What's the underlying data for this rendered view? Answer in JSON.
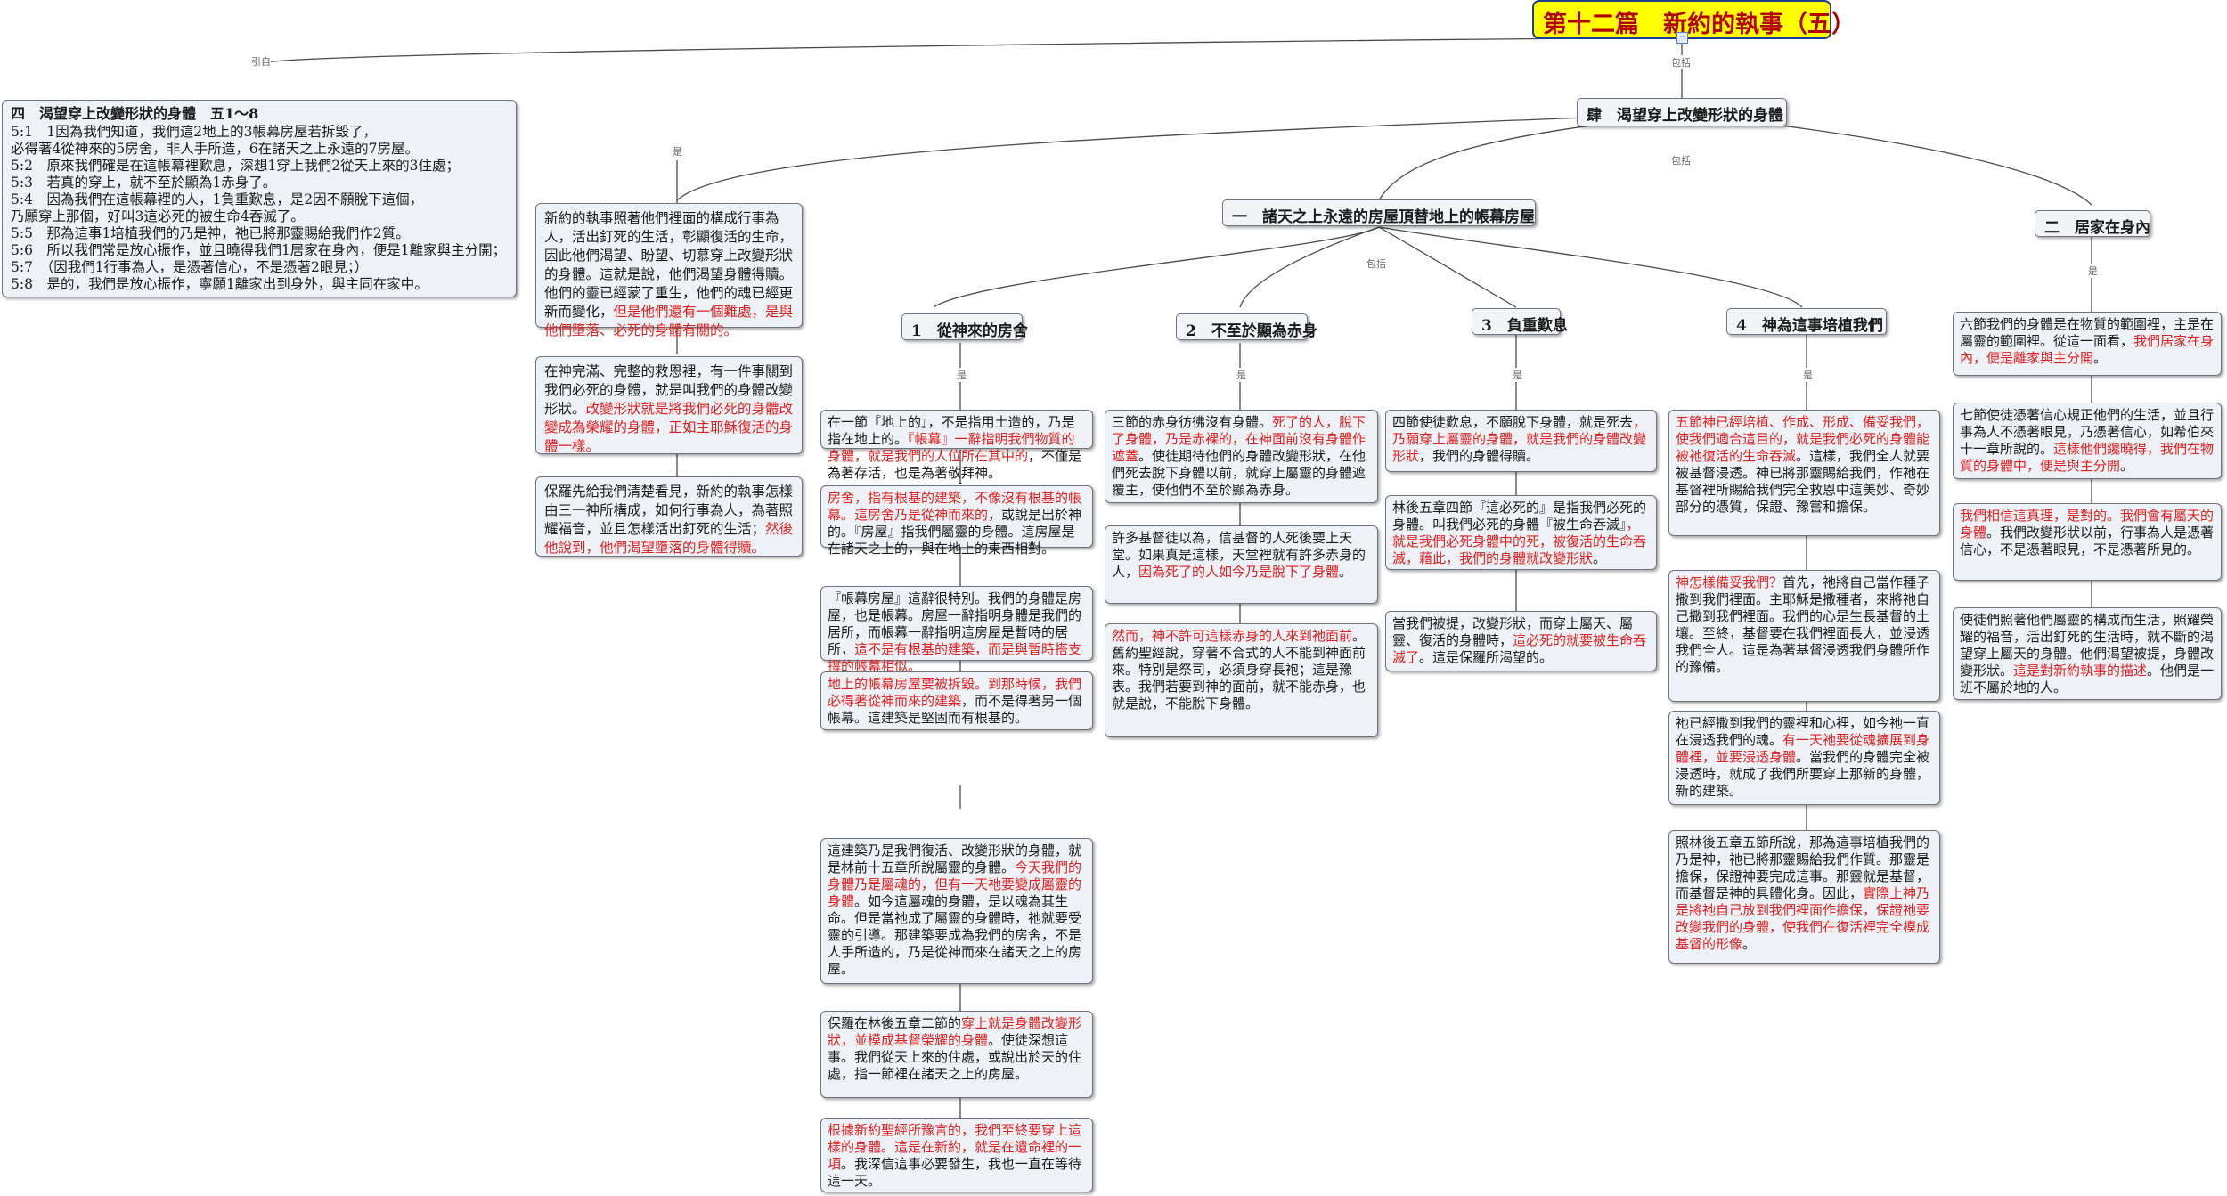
{
  "title": "第十二篇　新約的執事（五）",
  "connectors": {
    "quote": "引自",
    "include": "包括",
    "is": "是"
  },
  "section4": {
    "heading": "四　渴望穿上改變形狀的身體　五1～8",
    "verses": [
      "5:1　1因為我們知道，我們這2地上的3帳幕房屋若拆毀了，",
      "必得著4從神來的5房舍，非人手所造，6在諸天之上永遠的7房屋。",
      "5:2　原來我們確是在這帳幕裡歎息，深想1穿上我們2從天上來的3住處；",
      "5:3　若真的穿上，就不至於顯為1赤身了。",
      "5:4　因為我們在這帳幕裡的人，1負重歎息，是2因不願脫下這個，",
      "乃願穿上那個，好叫3這必死的被生命4吞滅了。",
      "5:5　那為這事1培植我們的乃是神，祂已將那靈賜給我們作2質。",
      "5:6　所以我們常是放心振作，並且曉得我們1居家在身內，便是1離家與主分開；",
      "5:7　（因我們1行事為人，是憑著信心，不是憑著2眼見；）",
      "5:8　是的，我們是放心振作，寧願1離家出到身外，與主同在家中。"
    ]
  },
  "main_heading": "肆　渴望穿上改變形狀的身體",
  "left_notes": [
    {
      "black1": "新約的執事照著他們裡面的構成行事為人，活出釘死的生活，彰顯復活的生命，因此他們渴望、盼望、切慕穿上改變形狀的身體。這就是說，他們渴望身體得贖。他們的靈已經蒙了重生，他們的魂已經更新而變化，",
      "red": "但是他們還有一個難處，是與他們墮落、必死的身體有關的。",
      "black2": ""
    },
    {
      "black1": "在神完滿、完整的救恩裡，有一件事關到我們必死的身體，就是叫我們的身體改變形狀。",
      "red": "改變形狀就是將我們必死的身體改變成為榮耀的身體，正如主耶穌復活的身體一樣。",
      "black2": ""
    },
    {
      "black1": "保羅先給我們清楚看見，新約的執事怎樣由三一神所構成，如何行事為人，為著照耀福音，並且怎樣活出釘死的生活；",
      "red": "然後他說到，他們渴望墮落的身體得贖。",
      "black2": ""
    }
  ],
  "sub_one": {
    "heading": "一　諸天之上永遠的房屋頂替地上的帳幕房屋",
    "children": [
      {
        "heading": "1　從神來的房舍",
        "notes": [
          {
            "black1": "在一節『地上的』，不是指用土造的，乃是指在地上的。",
            "red": "『帳幕』一辭指明我們物質的身體，就是我們的人位所在其中的",
            "black2": "，不僅是為著存活，也是為著敬拜神。"
          },
          {
            "black1": "",
            "red": "房舍，指有根基的建築，不像沒有根基的帳幕。這房舍乃是從神而來的",
            "black2": "，或說是出於神的。『房屋』指我們屬靈的身體。這房屋是在諸天之上的，與在地上的東西相對。"
          },
          {
            "black1": "『帳幕房屋』這辭很特別。我們的身體是房屋，也是帳幕。房屋一辭指明身體是我們的居所，而帳幕一辭指明這房屋是暫時的居所，",
            "red": "這不是有根基的建築，而是與暫時搭支撐的帳幕相似。",
            "black2": ""
          },
          {
            "black1": "",
            "red": "地上的帳幕房屋要被拆毀。到那時候，我們必得著從神而來的建築",
            "black2": "，而不是得著另一個帳幕。這建築是堅固而有根基的。"
          },
          {
            "black1": "這建築乃是我們復活、改變形狀的身體，就是林前十五章所說屬靈的身體。",
            "red": "今天我們的身體乃是屬魂的，但有一天祂要變成屬靈的身體",
            "black2": "。如今這屬魂的身體，是以魂為其生命。但是當祂成了屬靈的身體時，祂就要受靈的引導。那建築要成為我們的房舍，不是人手所造的，乃是從神而來在諸天之上的房屋。"
          },
          {
            "black1": "保羅在林後五章二節的",
            "red": "穿上就是身體改變形狀，並模成基督榮耀的身體",
            "black2": "。使徒深想這事。我們從天上來的住處，或說出於天的住處，指一節裡在諸天之上的房屋。"
          },
          {
            "black1": "",
            "red": "根據新約聖經所豫言的，我們至終要穿上這樣的身體。這是在新約，就是在遺命裡的一項",
            "black2": "。我深信這事必要發生，我也一直在等待這一天。"
          }
        ]
      },
      {
        "heading": "2　不至於顯為赤身",
        "notes": [
          {
            "black1": "三節的赤身彷彿沒有身體。",
            "red": "死了的人，脫下了身體，乃是赤裸的，在神面前沒有身體作遮蓋",
            "black2": "。使徒期待他們的身體改變形狀，在他們死去脫下身體以前，就穿上屬靈的身體遮覆主，使他們不至於顯為赤身。"
          },
          {
            "black1": "許多基督徒以為，信基督的人死後要上天堂。如果真是這樣，天堂裡就有許多赤身的人，",
            "red": "因為死了的人如今乃是脫下了身體",
            "black2": "。"
          },
          {
            "black1": "",
            "red": "然而，神不許可這樣赤身的人來到祂面前",
            "black2": "。舊約聖經說，穿著不合式的人不能到神面前來。特別是祭司，必須身穿長袍；這是豫表。我們若要到神的面前，就不能赤身，也就是說，不能脫下身體。"
          }
        ]
      },
      {
        "heading": "3　負重歎息",
        "notes": [
          {
            "black1": "四節使徒歎息，不願脫下身體，就是死去",
            "red": "，乃願穿上屬靈的身體，就是我們的身體改變形狀",
            "black2": "，我們的身體得贖。"
          },
          {
            "black1": "林後五章四節『這必死的』是指我們必死的身體。叫我們必死的身體『被生命吞滅』",
            "red": "，就是我們必死身體中的死，被復活的生命吞滅，藉此，我們的身體就改變形狀",
            "black2": "。"
          },
          {
            "black1": "當我們被提，改變形狀，而穿上屬天、屬靈、復活的身體時，",
            "red": "這必死的就要被生命吞滅了",
            "black2": "。這是保羅所渴望的。"
          }
        ]
      },
      {
        "heading": "4　神為這事培植我們",
        "notes": [
          {
            "black1": "",
            "red": "五節神已經培植、作成、形成、備妥我們，使我們適合這目的，就是我們必死的身體能被祂復活的生命吞滅",
            "black2": "。這樣，我們全人就要被基督浸透。神已將那靈賜給我們，作祂在基督裡所賜給我們完全救恩中這美妙、奇妙部分的憑質，保證、豫嘗和擔保。"
          },
          {
            "black1": "",
            "red": "神怎樣備妥我們？",
            "black2": "首先，祂將自己當作種子撒到我們裡面。主耶穌是撒種者，來將祂自己撒到我們裡面。我們的心是生長基督的土壤。至終，基督要在我們裡面長大，並浸透我們全人。這是為著基督浸透我們身體所作的豫備。"
          },
          {
            "black1": "祂已經撒到我們的靈裡和心裡，如今祂一直在浸透我們的魂。",
            "red": "有一天祂要從魂擴展到身體裡，並要浸透身體",
            "black2": "。當我們的身體完全被浸透時，就成了我們所要穿上那新的身體，新的建築。"
          },
          {
            "black1": "照林後五章五節所說，那為這事培植我們的乃是神，祂已將那靈賜給我們作質。那靈是擔保，保證神要完成這事。那靈就是基督，而基督是神的具體化身。因此，",
            "red": "實際上神乃是將祂自己放到我們裡面作擔保，保證祂要改變我們的身體，使我們在復活裡完全模成基督的形像",
            "black2": "。"
          }
        ]
      }
    ]
  },
  "sub_two": {
    "heading": "二　居家在身內",
    "notes": [
      {
        "black1": "六節我們的身體是在物質的範圍裡，主是在屬靈的範圍裡。從這一面看，",
        "red": "我們居家在身內，便是離家與主分開",
        "black2": "。"
      },
      {
        "black1": "七節使徒憑著信心規正他們的生活，並且行事為人不憑著眼見，乃憑著信心，如希伯來十一章所說的。",
        "red": "這樣他們纔曉得，我們在物質的身體中，便是與主分開",
        "black2": "。"
      },
      {
        "black1": "",
        "red": "我們相信這真理，是對的。我們會有屬天的身體",
        "black2": "。我們改變形狀以前，行事為人是憑著信心，不是憑著眼見，不是憑著所見的。"
      },
      {
        "black1": "使徒們照著他們屬靈的構成而生活，照耀榮耀的福音，活出釘死的生活時，就不斷的渴望穿上屬天的身體。他們渴望被提，身體改變形狀。",
        "red": "這是對新約執事的描述",
        "black2": "。他們是一班不屬於地的人。"
      }
    ]
  }
}
